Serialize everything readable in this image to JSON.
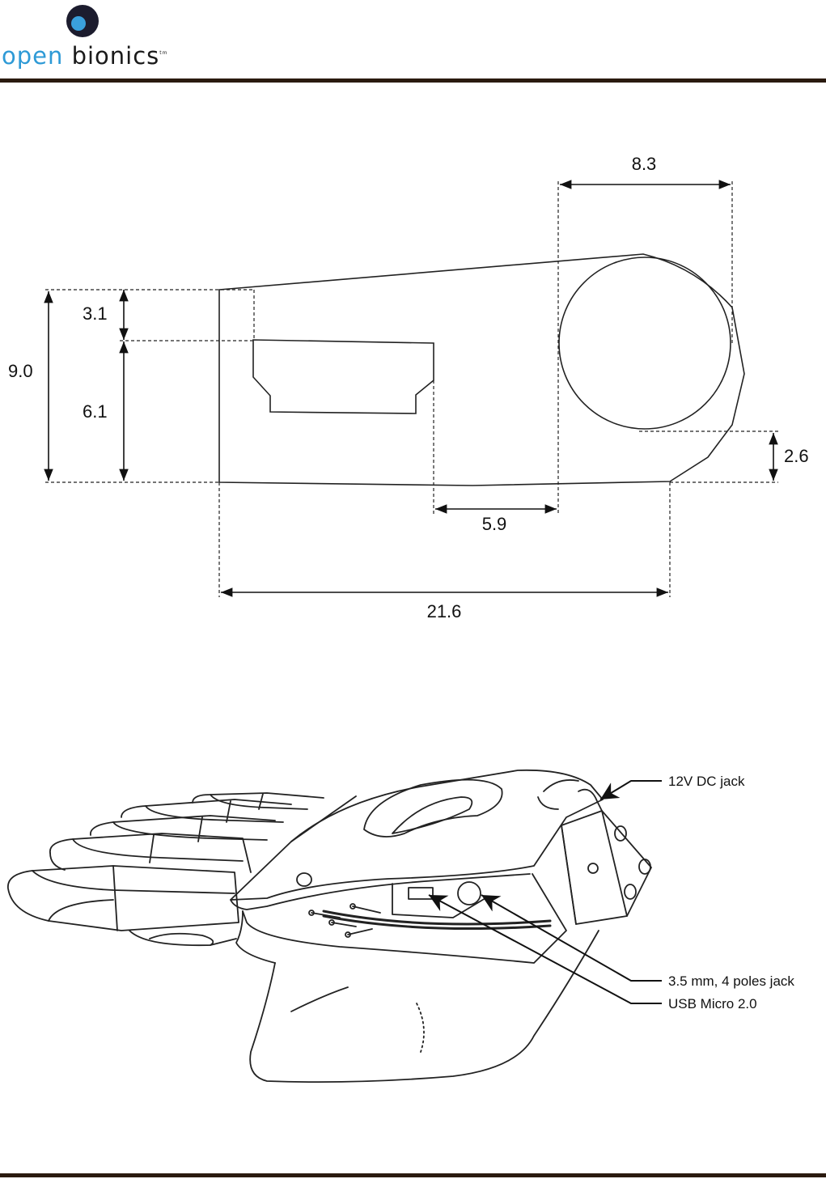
{
  "header": {
    "logo_open": "open",
    "logo_bionics": "bionics",
    "logo_tm": "tm"
  },
  "dimension_drawing": {
    "dims": {
      "width_top": "8.3",
      "height_total": "9.0",
      "top_offset": "3.1",
      "port_height": "6.1",
      "port_gap": "5.9",
      "right_offset": "2.6",
      "length_total": "21.6"
    }
  },
  "hand_drawing": {
    "callouts": {
      "dc_jack": "12V DC jack",
      "audio_jack": "3.5 mm, 4 poles jack",
      "usb": "USB Micro 2.0"
    }
  }
}
